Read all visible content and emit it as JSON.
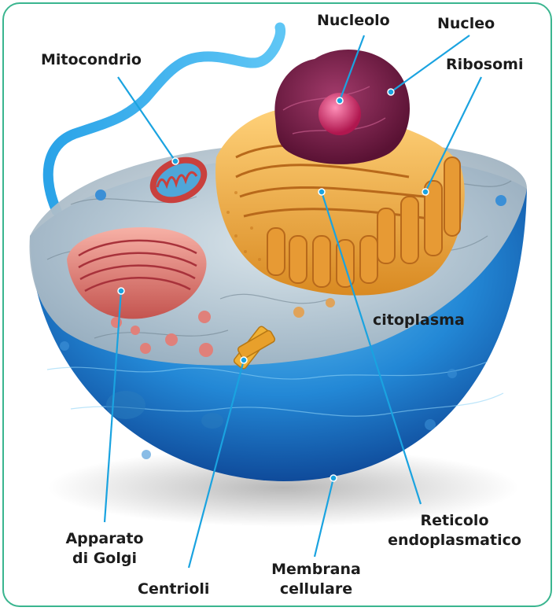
{
  "labels": {
    "nucleolo": "Nucleolo",
    "nucleo": "Nucleo",
    "mitocondrio": "Mitocondrio",
    "ribosomi": "Ribosomi",
    "citoplasma": "citoplasma",
    "reticolo_line1": "Reticolo",
    "reticolo_line2": "endoplasmatico",
    "apparato_line1": "Apparato",
    "apparato_line2": "di Golgi",
    "membrana_line1": "Membrana",
    "membrana_line2": "cellulare",
    "centrioli": "Centrioli"
  },
  "colors": {
    "frame_border": "#3ab58f",
    "leader_line": "#1aa3e0",
    "cell_body": "#1f7fd0",
    "cytoplasm": "#b9c4cc",
    "nucleus": "#7a1f4a",
    "reticulum": "#e8a43a",
    "golgi": "#d8706a"
  }
}
